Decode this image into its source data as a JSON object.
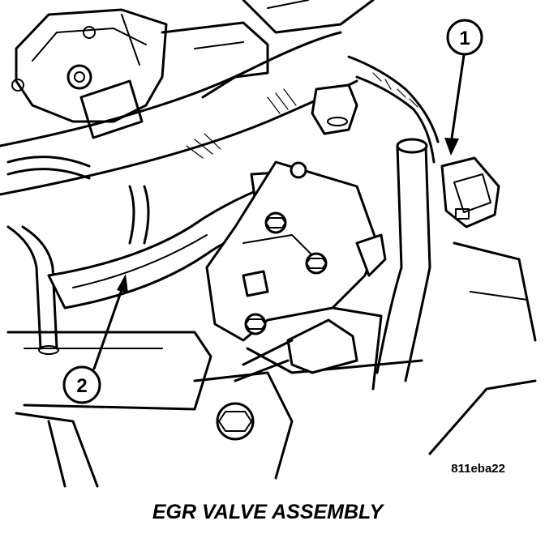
{
  "callouts": [
    {
      "label": "1"
    },
    {
      "label": "2"
    }
  ],
  "reference_code": "811eba22",
  "caption": "EGR VALVE ASSEMBLY"
}
